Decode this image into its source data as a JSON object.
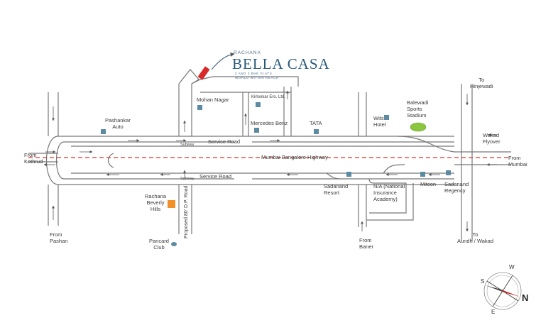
{
  "brand": {
    "top": "RACHANA",
    "name": "BELLA CASA",
    "tagline1": "2 AND 3 BHK FLATS",
    "tagline2": "WORLD WITHIN REACH"
  },
  "labels": {
    "to_hinjewadi_1": "To",
    "to_hinjewadi_2": "Hinjewadi",
    "mohan_nagar": "Mohan Nagar",
    "kirloskar": "Kirlonkar Ero. Ltd.",
    "mercedes": "Mercedes Benz",
    "tata": "TATA",
    "wits_1": "Wits",
    "wits_2": "Hotel",
    "balewadi_1": "Balewadi",
    "balewadi_2": "Sports",
    "balewadi_3": "Stadium",
    "pashankar_1": "Pashankar",
    "pashankar_2": "Auto",
    "wakad_1": "Wakad",
    "wakad_2": "Flyover",
    "from_kothrud_1": "From",
    "from_kothrud_2": "Kothrud",
    "from_mumbai_1": "From",
    "from_mumbai_2": "Mumbai",
    "service_road_top": "Service Road",
    "service_road_bottom": "Service Road",
    "highway": "Mumbai Bangalore Highway",
    "subway_top": "Subway",
    "subway_bottom": "Subway",
    "sadanand_resort_1": "Sadanand",
    "sadanand_resort_2": "Resort",
    "nia_1": "N/A (National",
    "nia_2": "Insurance",
    "nia_3": "Academy)",
    "mitcon": "Mitcon",
    "sadanand_regency_1": "Sadanand",
    "sadanand_regency_2": "Regency",
    "rachana_beverly_1": "Rachana",
    "rachana_beverly_2": "Beverly",
    "rachana_beverly_3": "Hills",
    "dp_road": "Proposed 80' D.P. Road",
    "from_pashan_1": "From",
    "from_pashan_2": "Pashan",
    "pancard_1": "Pancard",
    "pancard_2": "Club",
    "from_baner_1": "From",
    "from_baner_2": "Baner",
    "to_aundh_1": "To",
    "to_aundh_2": "Aundh / Wakad"
  },
  "compass": {
    "n": "N",
    "s": "S",
    "e": "E",
    "w": "W"
  },
  "colors": {
    "road": "#777777",
    "highway_dash": "#d9342b",
    "landmark": "#5b8aa3",
    "beverly": "#f0902a",
    "stadium": "#8cc63f",
    "project_marker": "#d92a2a",
    "brand": "#2a5a7a"
  }
}
